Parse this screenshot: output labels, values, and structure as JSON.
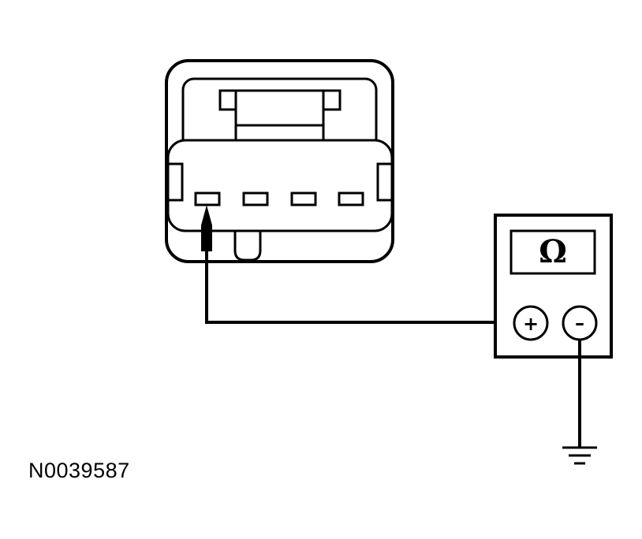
{
  "meter": {
    "display_symbol": "Ω",
    "positive_terminal_label": "+",
    "negative_terminal_label": "–"
  },
  "connector": {
    "pin_count": 4,
    "probed_pin": 1
  },
  "figure_id": "N0039587",
  "colors": {
    "line": "#000000",
    "background": "#ffffff"
  }
}
